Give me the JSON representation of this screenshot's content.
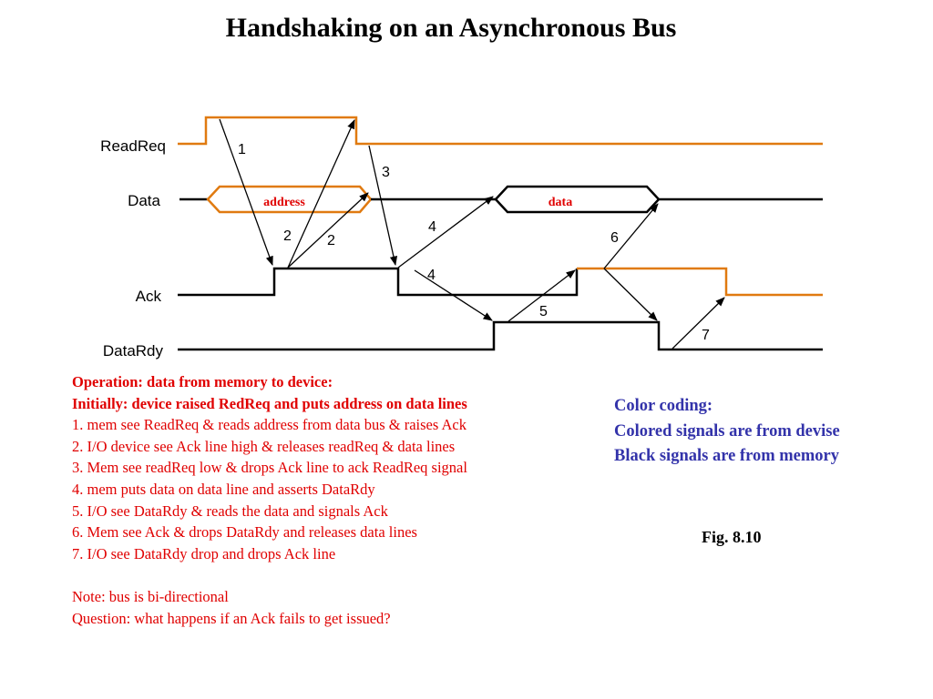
{
  "title": "Handshaking on an Asynchronous Bus",
  "signals": {
    "readreq": "ReadReq",
    "data": "Data",
    "ack": "Ack",
    "datardy": "DataRdy"
  },
  "bus_labels": {
    "address": "address",
    "data": "data"
  },
  "steps": {
    "s1": "1",
    "s2a": "2",
    "s2b": "2",
    "s3": "3",
    "s4a": "4",
    "s4b": "4",
    "s5": "5",
    "s6": "6",
    "s7": "7"
  },
  "colors": {
    "device": "#e07a10",
    "memory": "#000000",
    "notes": "#e00000",
    "legend": "#3333aa"
  },
  "notes": {
    "heading1": "Operation: data from memory to device:",
    "heading2": "Initially: device raised RedReq and puts address on data lines",
    "lines": [
      "1. mem see ReadReq & reads address from data bus & raises Ack",
      "2. I/O device see Ack line high & releases readReq & data lines",
      "3. Mem see readReq low & drops Ack line to ack ReadReq signal",
      "4. mem puts data on data line and asserts DataRdy",
      "5. I/O see DataRdy  & reads the data and signals Ack",
      "6. Mem see Ack & drops DataRdy and releases data lines",
      "7. I/O see DataRdy drop and drops Ack line"
    ],
    "note": "Note: bus is bi-directional",
    "question": "Question:  what happens if an Ack fails to get issued?"
  },
  "legend": {
    "title": "Color coding:",
    "line1": "Colored signals are from devise",
    "line2": "Black signals are from memory"
  },
  "figure_label": "Fig. 8.10"
}
